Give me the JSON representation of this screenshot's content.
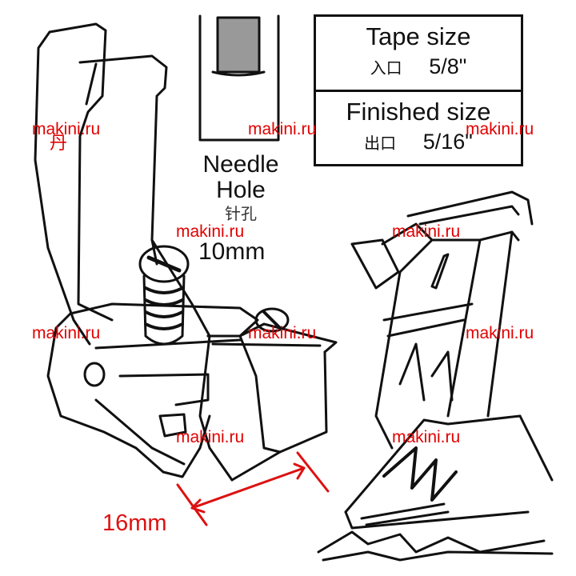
{
  "spec_table": {
    "tape_size_label": "Tape size",
    "tape_size_cjk": "入口",
    "tape_size_value": "5/8\"",
    "finished_size_label": "Finished size",
    "finished_size_cjk": "出口",
    "finished_size_value": "5/16\""
  },
  "needle_hole": {
    "line1": "Needle",
    "line2": "Hole",
    "cjk": "针孔",
    "size": "10mm"
  },
  "dimension_label": "16mm",
  "watermark_text": "makini.ru",
  "colors": {
    "line": "#111111",
    "dimension": "#d11111",
    "watermark": "#e10000"
  }
}
